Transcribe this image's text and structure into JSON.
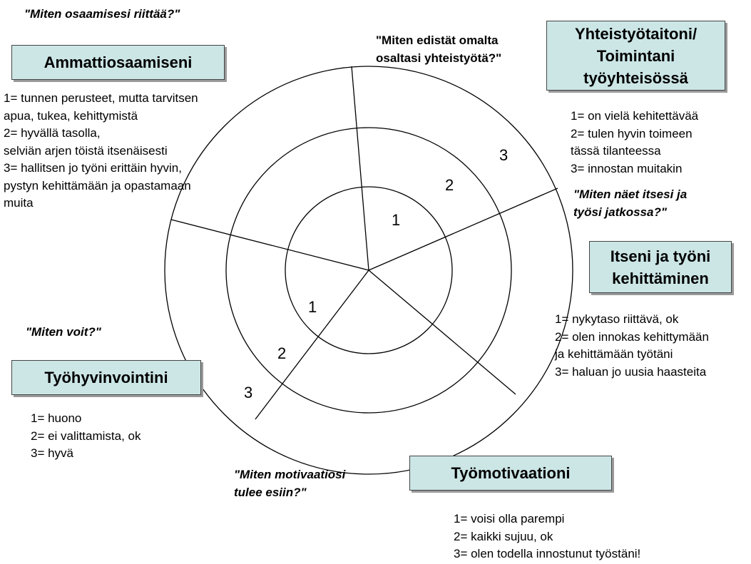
{
  "sections": {
    "ammatti": {
      "title": "Ammattiosaamiseni",
      "question": "\"Miten osaamisesi riittää?\"",
      "scale": [
        "1= tunnen perusteet, mutta tarvitsen",
        "apua, tukea, kehittymistä",
        "2= hyvällä tasolla,",
        "selviän arjen töistä itsenäisesti",
        "3= hallitsen jo työni erittäin hyvin,",
        "pystyn kehittämään ja opastamaan",
        "muita"
      ]
    },
    "yhteistyo": {
      "title_lines": [
        "Yhteistyötaitoni/",
        "Toimintani",
        "työyhteisössä"
      ],
      "question_lines": [
        "\"Miten edistät omalta",
        "osaltasi yhteistyötä?\""
      ],
      "scale": [
        "1= on vielä kehitettävää",
        "2= tulen hyvin toimeen",
        "tässä tilanteessa",
        "3= innostan muitakin"
      ]
    },
    "kehittaminen": {
      "title_lines": [
        "Itseni ja työni",
        "kehittäminen"
      ],
      "question_lines": [
        "\"Miten näet itsesi ja",
        "työsi jatkossa?\""
      ],
      "scale": [
        "1= nykytaso riittävä, ok",
        "2= olen innokas kehittymään",
        "ja kehittämään työtäni",
        "3= haluan jo uusia haasteita"
      ]
    },
    "motivaatio": {
      "title": "Työmotivaationi",
      "question_lines": [
        "\"Miten motivaatiosi",
        "tulee esiin?\""
      ],
      "scale": [
        "1= voisi olla parempi",
        "2= kaikki sujuu, ok",
        "3= olen todella innostunut työstäni!"
      ]
    },
    "hyvinvointi": {
      "title": "Työhyvinvointini",
      "question": "\"Miten voit?\"",
      "scale": [
        "1= huono",
        "2= ei valittamista, ok",
        "3= hyvä"
      ]
    }
  },
  "ring_labels": {
    "top": [
      "1",
      "2",
      "3"
    ],
    "left": [
      "1",
      "2",
      "3"
    ]
  },
  "colors": {
    "box_fill": "#cce6e6",
    "line": "#000000"
  }
}
